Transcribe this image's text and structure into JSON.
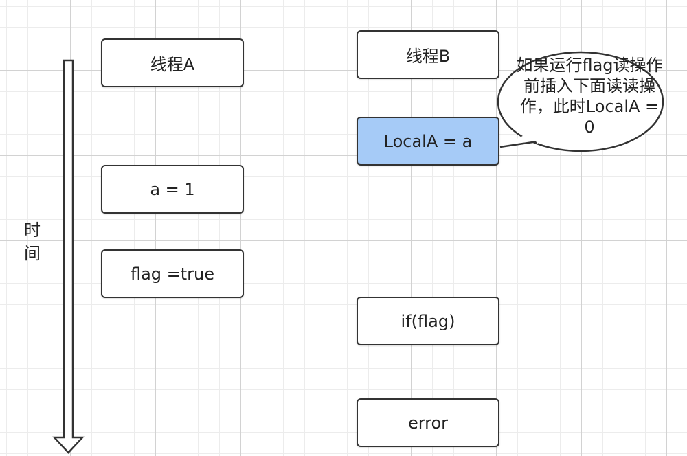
{
  "time_axis": {
    "label": "时间"
  },
  "thread_a": {
    "header": "线程A",
    "steps": [
      "a = 1",
      "flag =true"
    ]
  },
  "thread_b": {
    "header": "线程B",
    "steps": [
      "LocalA = a",
      "if(flag)",
      "error"
    ]
  },
  "callout": {
    "text": "如果运行flag读操作前插入下面读读操作，此时LocalA = 0"
  },
  "colors": {
    "box_border": "#333333",
    "highlight_fill": "#a6cbf7",
    "grid_major": "#d2d2d2",
    "grid_minor": "#ececec"
  }
}
